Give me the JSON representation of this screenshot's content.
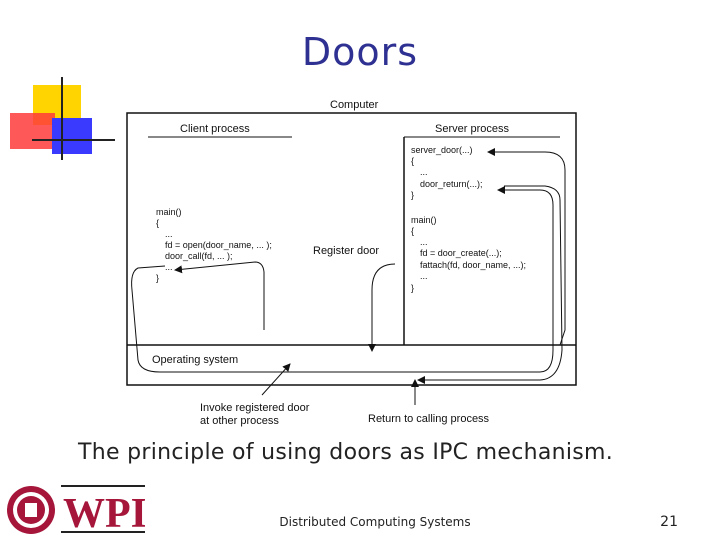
{
  "slide": {
    "title": "Doors",
    "caption": "The principle of using doors as IPC mechanism.",
    "footer": "Distributed Computing Systems",
    "page_number": "21"
  },
  "logo": {
    "text": "WPI"
  },
  "diagram": {
    "computer_label": "Computer",
    "client_label": "Client process",
    "server_label": "Server process",
    "os_label": "Operating system",
    "register_door_label": "Register door",
    "invoke_label_1": "Invoke registered door",
    "invoke_label_2": "at other process",
    "return_label": "Return to calling process",
    "client_code": [
      "main()",
      "{",
      "...",
      "fd = open(door_name, ... );",
      "door_call(fd, ... );",
      "...",
      "}"
    ],
    "server_code": [
      "server_door(...)",
      "{",
      "...",
      "door_return(...);",
      "}",
      "main()",
      "{",
      "...",
      "fd = door_create(...);",
      "fattach(fd, door_name, ...);",
      "...",
      "}"
    ]
  }
}
